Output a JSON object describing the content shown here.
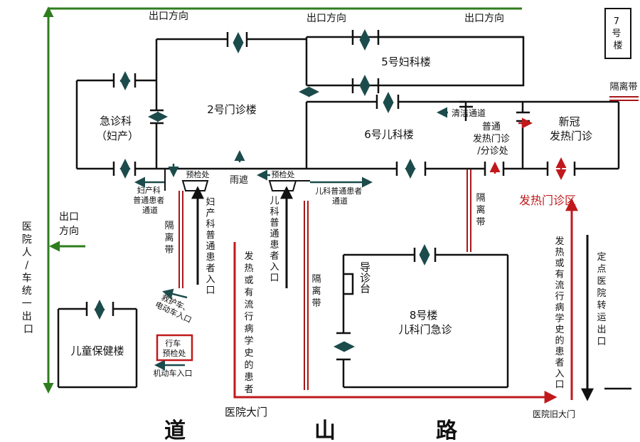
{
  "exits": {
    "exit1": "出口方向",
    "exit2": "出口方向",
    "exit3": "出口方向",
    "left_exit": "出口方向",
    "left_exit_lines": [
      "出口",
      "方向"
    ],
    "side_exit": "医院人/车统一出口",
    "side_exit_lines": [
      "医",
      "院",
      "人",
      "/",
      "车",
      "统",
      "一",
      "出",
      "口"
    ]
  },
  "buildings": {
    "b7": "7号楼",
    "b7_lines": [
      "7",
      "号",
      "楼"
    ],
    "b5": "5号妇科楼",
    "b2": "2号门诊楼",
    "emergency": "急诊科（妇产）",
    "emergency_lines": [
      "急诊科",
      "（妇产）"
    ],
    "b6": "6号儿科楼",
    "covid": "新冠发热门诊",
    "covid_lines": [
      "新冠",
      "发热门诊"
    ],
    "b8": "8号楼儿科门急诊",
    "b8_lines": [
      "8号楼",
      "儿科门急诊"
    ],
    "child_health": "儿童保健楼"
  },
  "labels": {
    "isolation_top": "隔离带",
    "clean_channel": "清洁通道",
    "fever_clinic": "普通发热门诊/分诊处",
    "fever_clinic_lines": [
      "普通",
      "发热门诊",
      "/分诊处"
    ],
    "precheck_left": "预检处",
    "precheck_right": "预检处",
    "canopy": "雨遮",
    "ob_channel": "妇产科普通患者通道",
    "ob_channel_lines": [
      "妇产科",
      "普通患者",
      "通道"
    ],
    "ped_channel": "儿科普通患者通道",
    "ped_channel_lines": [
      "儿科普通患者",
      "通道"
    ],
    "isolation1": "隔离带",
    "ob_entrance": "妇产科普通患者入口",
    "ped_entrance": "儿科普通患者入口",
    "fever_patients_left": "发热或有流行病学史的患者",
    "isolation2": "隔离带",
    "isolation3": "隔离带",
    "fever_zone": "发热门诊区",
    "guide_desk": "导诊台",
    "fever_patients_right": "发热或有流行病学史的患者入口",
    "transfer_exit": "定点医院转运出口",
    "ambulance": "救护车、电动车入口",
    "ambulance_lines": [
      "救护车、",
      "电动车入口"
    ],
    "vehicle_check": "行车预检处",
    "vehicle_check_lines": [
      "行车",
      "预检处"
    ],
    "motor_entrance": "机动车入口",
    "main_gate": "医院大门",
    "old_gate": "医院旧大门"
  },
  "road": {
    "name": "道山路",
    "chars": [
      "道",
      "山",
      "路"
    ]
  },
  "colors": {
    "green": "#2e7d1e",
    "red": "#c0191c",
    "teal": "#1c4b4b",
    "black": "#111111"
  }
}
